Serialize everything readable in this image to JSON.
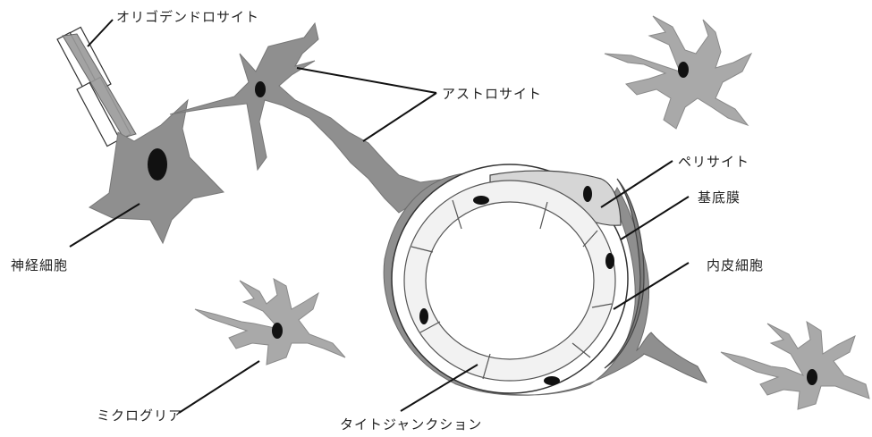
{
  "labels": {
    "oligodendrocyte": "オリゴデンドロサイト",
    "astrocyte": "アストロサイト",
    "pericyte": "ペリサイト",
    "basement_membrane": "基底膜",
    "endothelial_cell": "内皮細胞",
    "neuron": "神経細胞",
    "microglia": "ミクログリア",
    "tight_junction": "タイトジャンクション"
  },
  "colors": {
    "cell_fill": "#8f8f8f",
    "microglia_fill": "#a9a9a9",
    "nucleus": "#111111",
    "endothelium_fill": "#f2f2f2",
    "line": "#111111"
  }
}
